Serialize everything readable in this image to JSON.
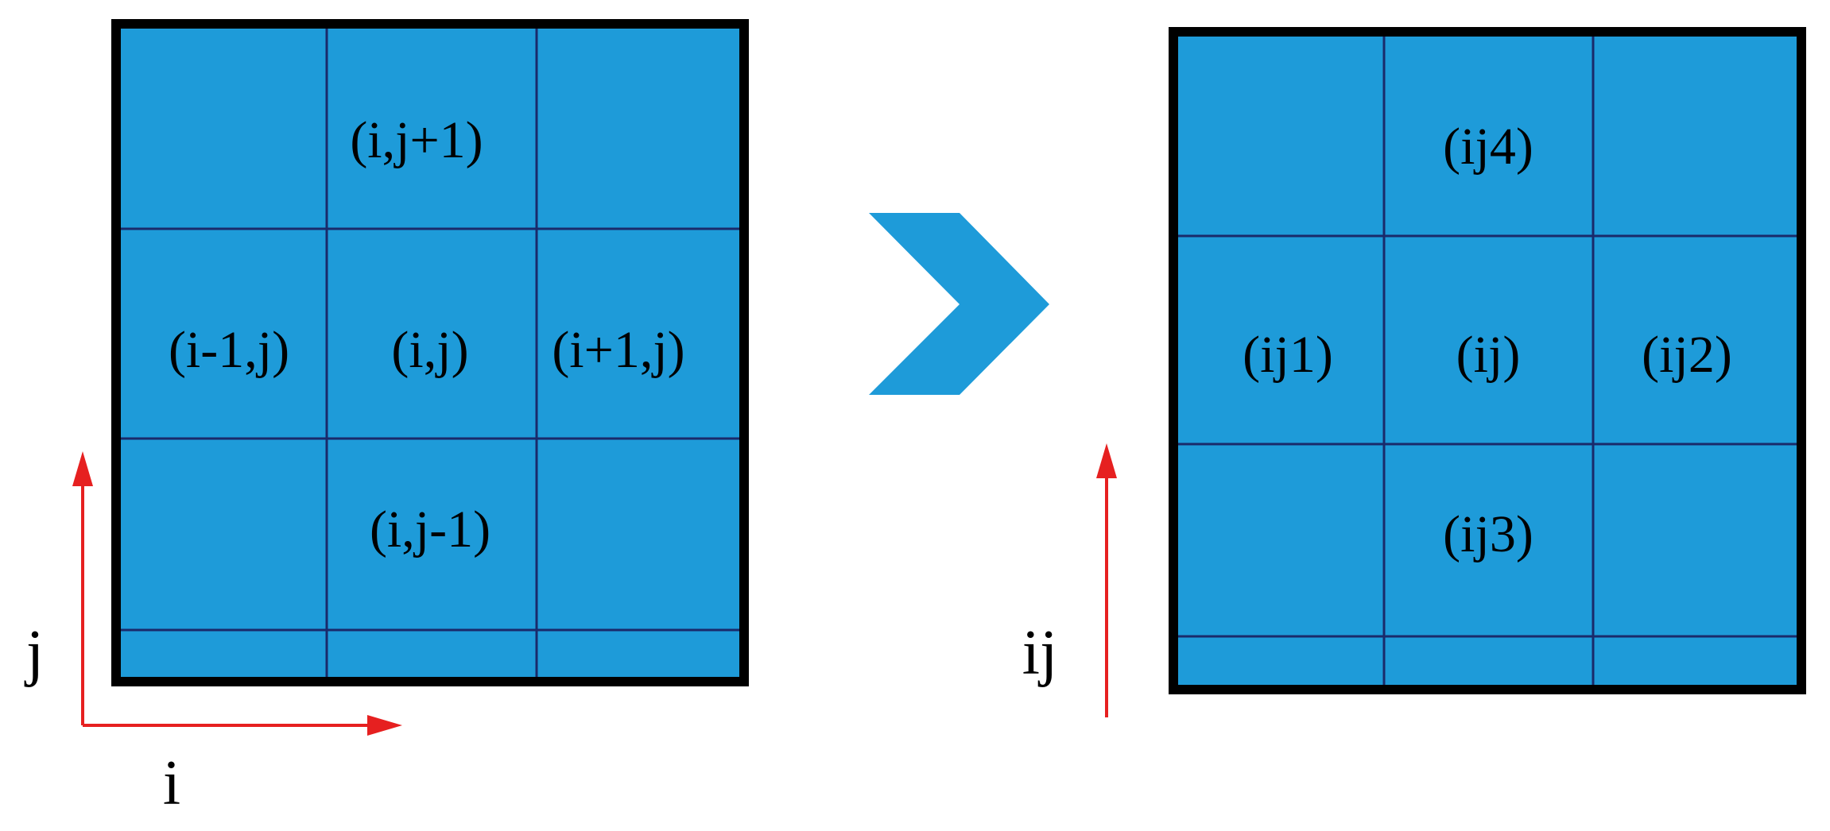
{
  "colors": {
    "cell_fill": "#1e9bd9",
    "grid_line": "#1a2a6a",
    "border": "#000000",
    "arrow": "#e62020",
    "chevron": "#1e9bd9"
  },
  "left_grid": {
    "labels": {
      "top": "(i,j+1)",
      "left": "(i-1,j)",
      "center": "(i,j)",
      "right": "(i+1,j)",
      "bottom": "(i,j-1)"
    },
    "axis_x_label": "i",
    "axis_y_label": "j"
  },
  "transform_icon": "chevron-right-icon",
  "right_grid": {
    "labels": {
      "top": "(ij4)",
      "left": "(ij1)",
      "center": "(ij)",
      "right": "(ij2)",
      "bottom": "(ij3)"
    },
    "axis_label": "ij"
  }
}
